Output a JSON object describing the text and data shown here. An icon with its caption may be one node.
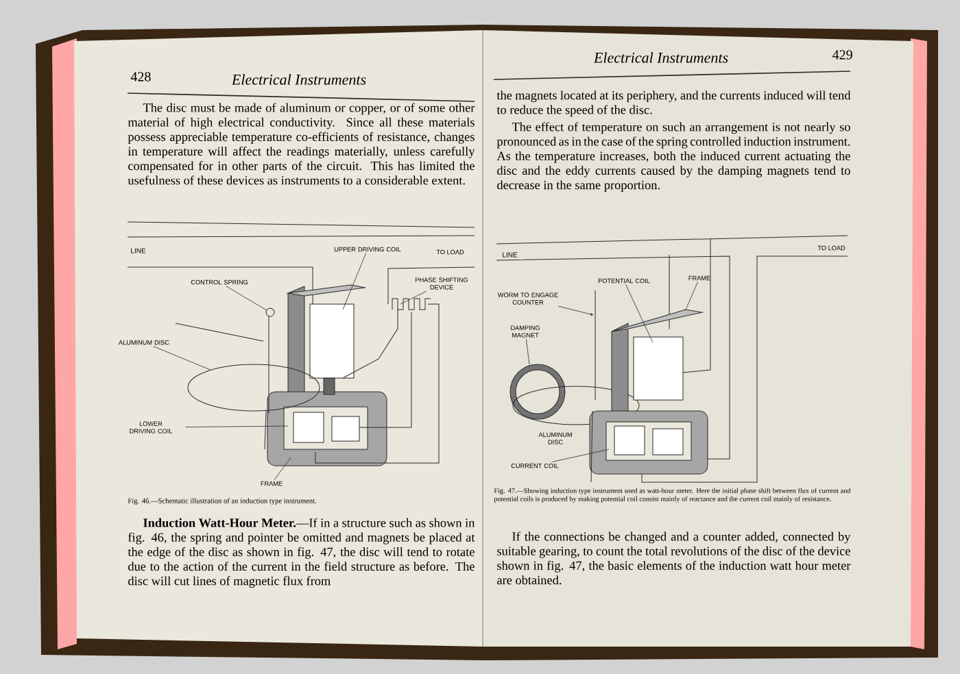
{
  "diagram": {
    "nodes": [
      {
        "text": [
          "UPPER DRIVING COIL"
        ]
      },
      {
        "text": [
          "CONTROL SPRING"
        ]
      },
      {
        "text": [
          "PHASE SHIFTING DEVICE"
        ]
      },
      {
        "text": [
          "ALUMINUM DISC"
        ]
      },
      {
        "text": [
          "LOWER DRIVING COIL"
        ]
      },
      {
        "text": [
          "FRAME"
        ]
      },
      {
        "text": [
          "WORM TO ENGAGE COUNTER"
        ]
      },
      {
        "text": [
          "POTENTIAL COIL"
        ]
      },
      {
        "text": [
          "FRAME"
        ]
      },
      {
        "text": [
          "DAMPING MAGNET"
        ]
      },
      {
        "text": [
          "CURRENT COIL"
        ]
      },
      {
        "text": [],
        "shape": "circle"
      },
      {
        "text": [],
        "shape": "ellipse"
      }
    ],
    "edges": [
      {
        "from": 0,
        "to": null,
        "arrow": "none"
      },
      {
        "from": 1,
        "to": 11,
        "arrow": "none"
      },
      {
        "from": 2,
        "to": null,
        "arrow": "none"
      },
      {
        "from": 3,
        "to": 12,
        "arrow": "none"
      },
      {
        "from": 4,
        "to": null,
        "arrow": "none"
      },
      {
        "from": 5,
        "to": null,
        "arrow": "none"
      },
      {
        "from": 6,
        "to": null,
        "arrow": "to"
      },
      {
        "from": 7,
        "to": null,
        "arrow": "none"
      },
      {
        "from": 8,
        "to": null,
        "arrow": "none"
      },
      {
        "from": 9,
        "to": null,
        "arrow": "none"
      },
      {
        "from": 10,
        "to": null,
        "arrow": "none"
      }
    ],
    "labels": [
      "428",
      "Electrical Instruments",
      "The disc must be made of aluminum or copper, or of some other material of high electrical conductivity. Since all these materials possess appreciable temperature co-efficients of resistance, changes in temperature will affect the readings materially, unless carefully compensated for in other parts of the circuit. This has limited the usefulness of these devices as instruments to a considerable extent.",
      "LINE",
      "TO LOAD",
      "Fig. 46.—Schematic illustration of an induction type instrument.",
      "**Induction Watt-Hour Meter.**—If in a structure such as shown in fig. 46, the spring and pointer be omitted and magnets be placed at the edge of the disc as shown in fig. 47, the disc will tend to rotate due to the action of the current in the field structure as before. The disc will cut lines of magnetic flux from",
      "Electrical Instruments",
      "429",
      "the magnets located at its periphery, and the currents induced will tend to reduce the speed of the disc.",
      "The effect of temperature on such an arrangement is not nearly so pronounced as in the case of the spring controlled induction instrument. As the temperature increases, both the induced current actuating the disc and the eddy currents caused by the damping magnets tend to decrease in the same proportion.",
      "LINE",
      "TO LOAD",
      "ALUMINUM DISC",
      "Fig. 47.—Showing induction type instrument used as watt-hour meter. Here the initial phase shift between flux of current and potential coils is produced by making potential coil consist mainly of reactance and the current coil mainly of resistance.",
      "If the connections be changed and a counter added, connected by suitable gearing, to count the total revolutions of the disc of the device shown in fig. 47, the basic elements of the induction watt hour meter are obtained."
    ]
  }
}
